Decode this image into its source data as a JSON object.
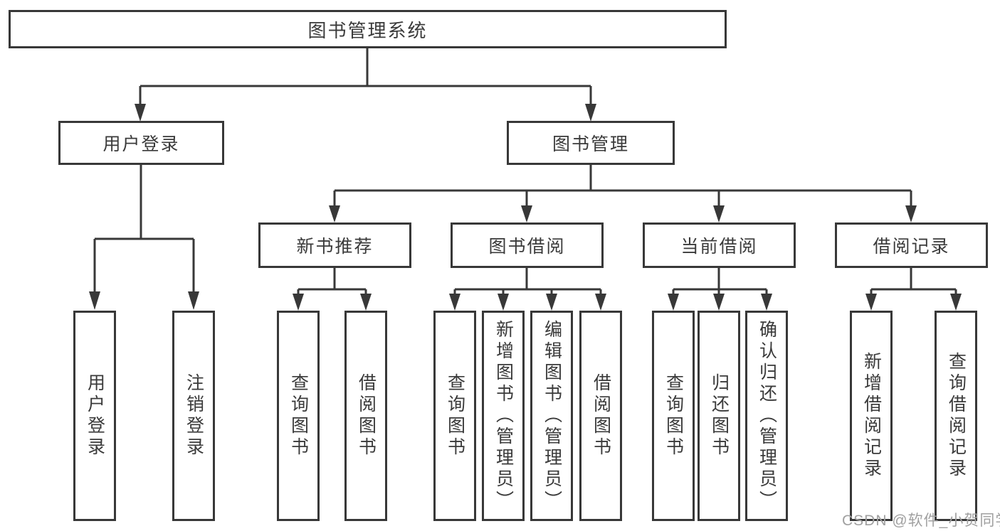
{
  "tree": {
    "root": {
      "label": "图书管理系统",
      "children": [
        {
          "label": "用户登录",
          "children": [
            {
              "label": "用户登录"
            },
            {
              "label": "注销登录"
            }
          ]
        },
        {
          "label": "图书管理",
          "children": [
            {
              "label": "新书推荐",
              "children": [
                {
                  "label": "查询图书"
                },
                {
                  "label": "借阅图书"
                }
              ]
            },
            {
              "label": "图书借阅",
              "children": [
                {
                  "label": "查询图书"
                },
                {
                  "label": "新增图书（管理员）"
                },
                {
                  "label": "编辑图书（管理员）"
                },
                {
                  "label": "借阅图书"
                }
              ]
            },
            {
              "label": "当前借阅",
              "children": [
                {
                  "label": "查询图书"
                },
                {
                  "label": "归还图书"
                },
                {
                  "label": "确认归还（管理员）"
                }
              ]
            },
            {
              "label": "借阅记录",
              "children": [
                {
                  "label": "新增借阅记录"
                },
                {
                  "label": "查询借阅记录"
                }
              ]
            }
          ]
        }
      ]
    }
  },
  "watermark": {
    "text": "CSDN @软件_小贺同学"
  },
  "colors": {
    "line": "#383838",
    "box_border": "#383838",
    "box_background": "#ffffff",
    "text": "#3a3a3a",
    "watermark": "#a0a0a0"
  }
}
